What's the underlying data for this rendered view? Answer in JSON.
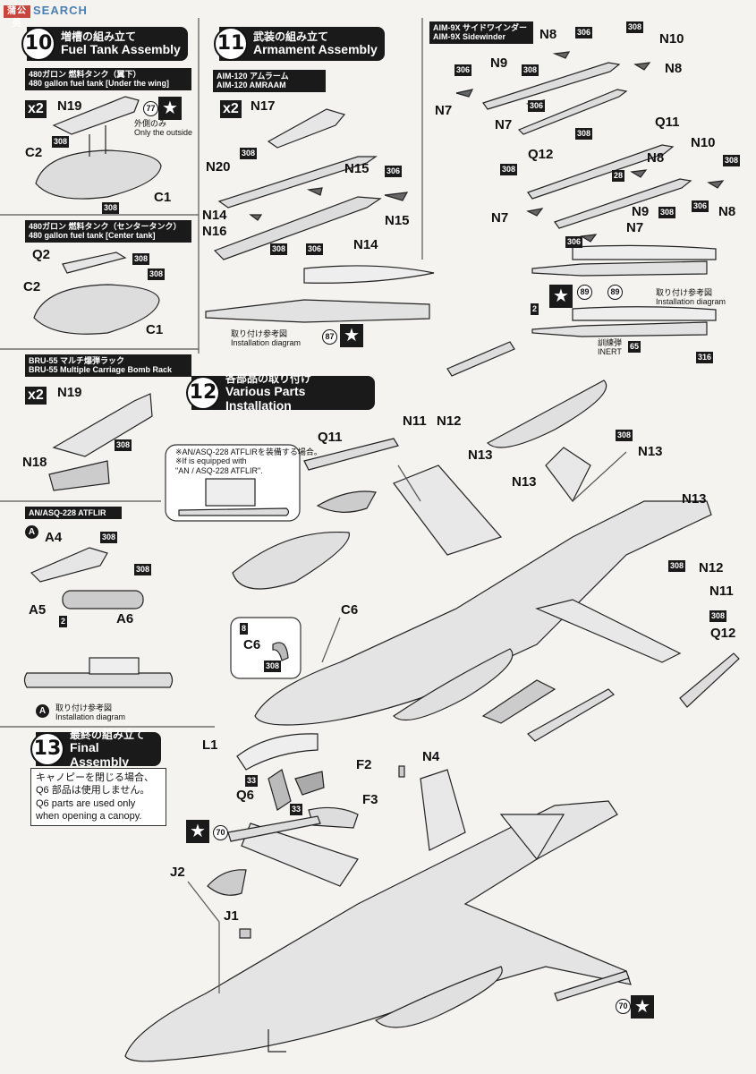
{
  "watermark": {
    "logo": "蒲公英",
    "text": "SEARCH"
  },
  "steps": [
    {
      "num": "10",
      "jp": "増槽の組み立て",
      "en": "Fuel Tank Assembly"
    },
    {
      "num": "11",
      "jp": "武装の組み立て",
      "en": "Armament Assembly"
    },
    {
      "num": "12",
      "jp": "各部品の取り付け",
      "en": "Various Parts Installation"
    },
    {
      "num": "13",
      "jp": "最終の組み立て",
      "en": "Final Assembly"
    }
  ],
  "sections": {
    "tank_wing": {
      "jp": "480ガロン 燃料タンク（翼下）",
      "en": "480 gallon fuel tank [Under the wing]"
    },
    "tank_center": {
      "jp": "480ガロン 燃料タンク（センタータンク）",
      "en": "480 gallon fuel tank [Center tank]"
    },
    "bru55": {
      "jp": "BRU-55 マルチ爆弾ラック",
      "en": "BRU-55 Multiple Carriage Bomb Rack"
    },
    "atflir": {
      "en": "AN/ASQ-228 ATFLIR"
    },
    "amraam": {
      "jp": "AIM-120 アムラーム",
      "en": "AIM-120 AMRAAM"
    },
    "sidewinder": {
      "jp": "AIM-9X サイドワインダー",
      "en": "AIM-9X Sidewinder"
    }
  },
  "notes": {
    "outside_jp": "外側のみ",
    "outside_en": "Only the outside",
    "install_jp": "取り付け参考図",
    "install_en": "Installation diagram",
    "atflir_note_jp": "※AN/ASQ-228 ATFLIRを装備する場合。",
    "atflir_note_en1": "※If is equipped with",
    "atflir_note_en2": "\"AN / ASQ-228 ATFLIR\".",
    "canopy_jp1": "キャノピーを閉じる場合、",
    "canopy_jp2": "Q6 部品は使用しません。",
    "canopy_en1": "Q6 parts are used only",
    "canopy_en2": "when opening a canopy.",
    "inert_jp": "訓練弾",
    "inert_en": "INERT"
  },
  "multiplier": "x2",
  "star": "★",
  "paint": {
    "p308": "308",
    "p306": "306",
    "p28": "28",
    "p2": "2",
    "p8": "8",
    "p33": "33",
    "p65": "65",
    "p316": "316"
  },
  "decals": {
    "d77": "77",
    "d87": "87",
    "d89": "89",
    "d70": "70"
  },
  "atflir_marker": "A",
  "parts": {
    "N19": "N19",
    "C2": "C2",
    "C1": "C1",
    "Q2": "Q2",
    "N18": "N18",
    "A4": "A4",
    "A5": "A5",
    "A6": "A6",
    "N17": "N17",
    "N20": "N20",
    "N15": "N15",
    "N14": "N14",
    "N16": "N16",
    "N8": "N8",
    "N10": "N10",
    "N9": "N9",
    "N7": "N7",
    "Q11": "Q11",
    "Q12": "Q12",
    "N11": "N11",
    "N12": "N12",
    "N13": "N13",
    "C6": "C6",
    "L1": "L1",
    "F2": "F2",
    "F3": "F3",
    "N4": "N4",
    "Q6": "Q6",
    "J2": "J2",
    "J1": "J1"
  }
}
